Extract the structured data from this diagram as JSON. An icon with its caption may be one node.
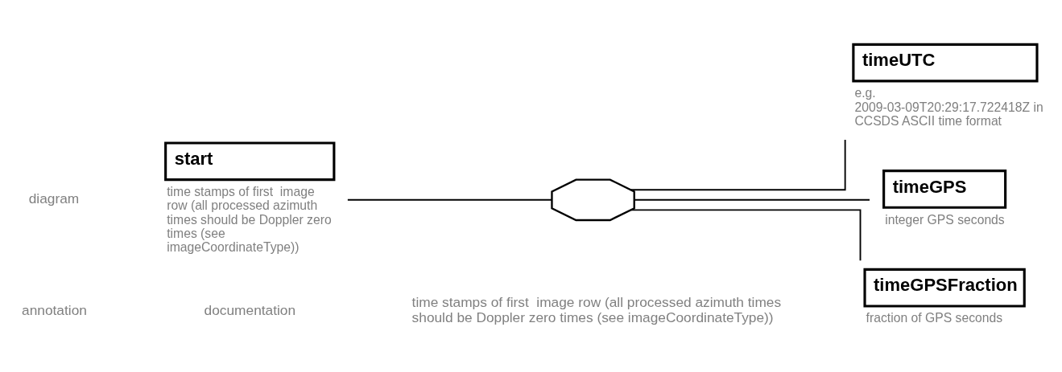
{
  "diagram": {
    "nodes": [
      {
        "text": [
          "start"
        ],
        "beside": [
          "time stamps of first  image row (all processed azimuth times should be Doppler zero times (see imageCoordinateType))"
        ]
      },
      {
        "text": [],
        "shape": "octagon"
      },
      {
        "text": [
          "timeUTC"
        ],
        "beside": [
          "e.g. 2009-03-09T20:29:17.722418Z in CCSDS ASCII time format"
        ]
      },
      {
        "text": [
          "timeGPS"
        ],
        "beside": [
          "integer GPS seconds"
        ]
      },
      {
        "text": [
          "timeGPSFraction"
        ],
        "beside": [
          "fraction of GPS seconds"
        ]
      }
    ],
    "edges": [
      {
        "from": 0,
        "to": 1,
        "arrow": "none"
      },
      {
        "from": 1,
        "to": 2,
        "arrow": "none"
      },
      {
        "from": 1,
        "to": 3,
        "arrow": "none"
      },
      {
        "from": 1,
        "to": 4,
        "arrow": "none"
      }
    ],
    "labels": [
      "diagram",
      "annotation",
      "documentation",
      "time stamps of first  image row (all processed azimuth times should be Doppler zero times (see imageCoordinateType))"
    ]
  }
}
